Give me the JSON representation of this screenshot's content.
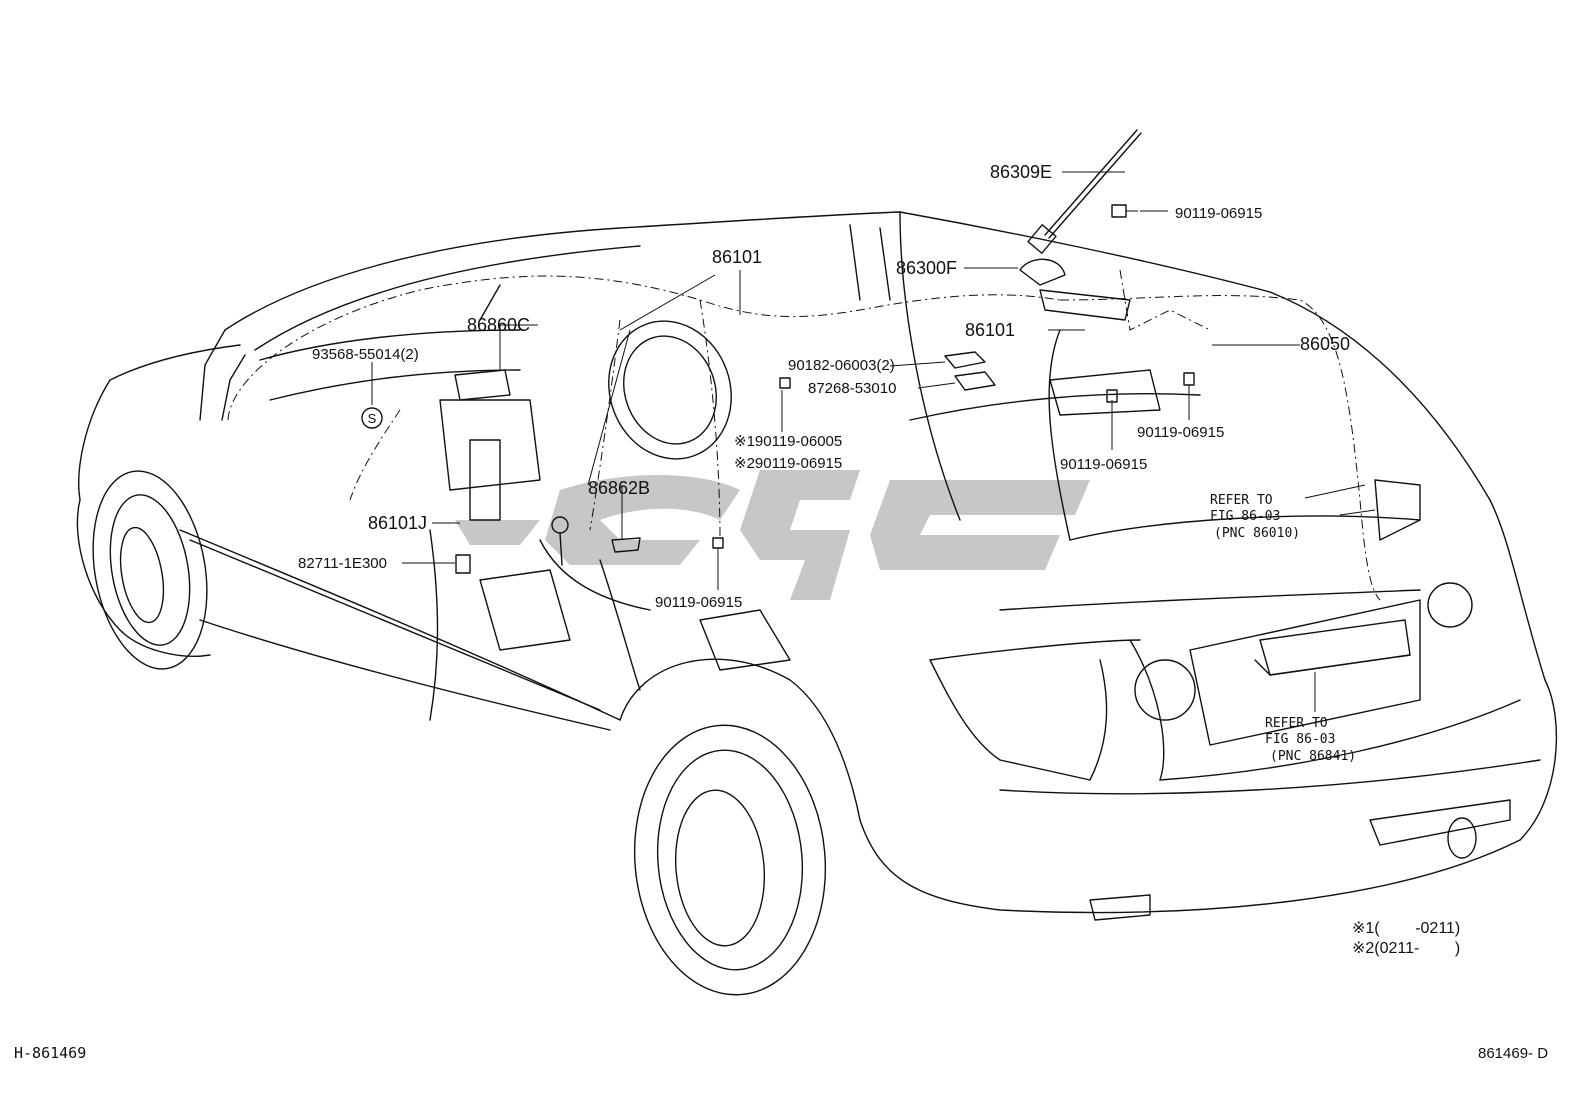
{
  "diagram": {
    "id_left": "H-861469",
    "id_right": "861469- D",
    "notes": [
      "※1(        -0211)",
      "※2(0211-        )"
    ],
    "references": [
      {
        "lines": [
          "REFER TO",
          "FIG 86-03",
          "(PNC 86010)"
        ]
      },
      {
        "lines": [
          "REFER TO",
          "FIG 86-03",
          "(PNC 86841)"
        ]
      }
    ],
    "parts": {
      "p86309E": "86309E",
      "p90119_top": "90119-06915",
      "p86300F": "86300F",
      "p86101_a": "86101",
      "p86101_b": "86101",
      "p86050": "86050",
      "p86860C": "86860C",
      "p93568": "93568-55014(2)",
      "p90182": "90182-06003(2)",
      "p87268": "87268-53010",
      "p90119_mid": "90119-06915",
      "p90119_roof": "90119-06915",
      "p90119_s1": "※190119-06005",
      "p90119_s2": "※290119-06915",
      "p86862B": "86862B",
      "p86101J": "86101J",
      "p82711": "82711-1E300",
      "p90119_low": "90119-06915",
      "s_symbol": "S"
    }
  }
}
